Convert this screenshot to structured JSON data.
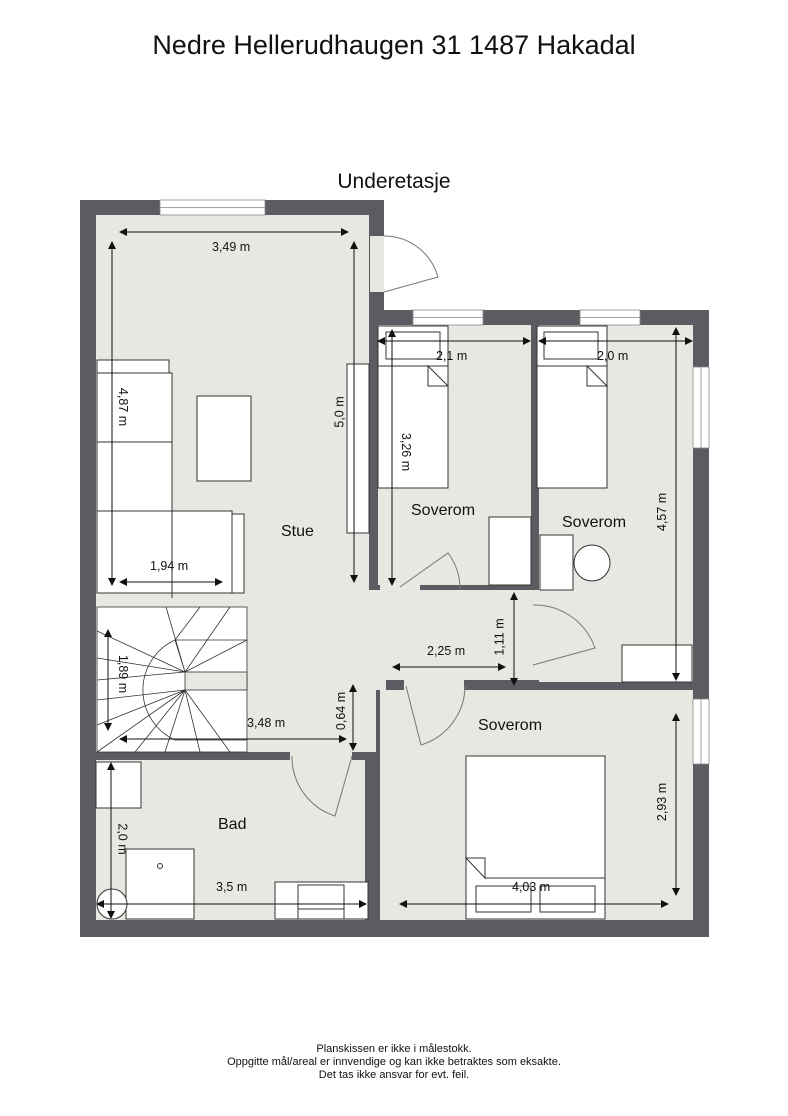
{
  "title": "Nedre Hellerudhaugen 31 1487 Hakadal",
  "floor_name": "Underetasje",
  "colors": {
    "wall": "#5a5c61",
    "floor": "#e8e8e2",
    "furniture": "#ffffff",
    "line": "#222222"
  },
  "rooms": [
    {
      "name": "Stue"
    },
    {
      "name": "Soverom"
    },
    {
      "name": "Soverom"
    },
    {
      "name": "Soverom"
    },
    {
      "name": "Bad"
    }
  ],
  "dimensions": {
    "stue_width": "3,49 m",
    "stue_length": "5,0 m",
    "stue_left_length": "4,87 m",
    "stue_sofa_width": "1,94 m",
    "stair_height": "1,89 m",
    "hall_width": "3,48 m",
    "hall_gap": "0,64 m",
    "corridor_width": "2,25 m",
    "corridor_depth": "1,11 m",
    "bed1_width": "2,1 m",
    "bed1_length": "3,26 m",
    "bed2_width": "2,0 m",
    "bed2_length": "4,57 m",
    "bed3_width": "4,03 m",
    "bed3_length": "2,93 m",
    "bad_width": "3,5 m",
    "bad_length": "2,0 m"
  },
  "footer": {
    "line1": "Planskissen er ikke i målestokk.",
    "line2": "Oppgitte mål/areal er innvendige og kan ikke betraktes som eksakte.",
    "line3": "Det tas ikke ansvar for evt. feil."
  }
}
